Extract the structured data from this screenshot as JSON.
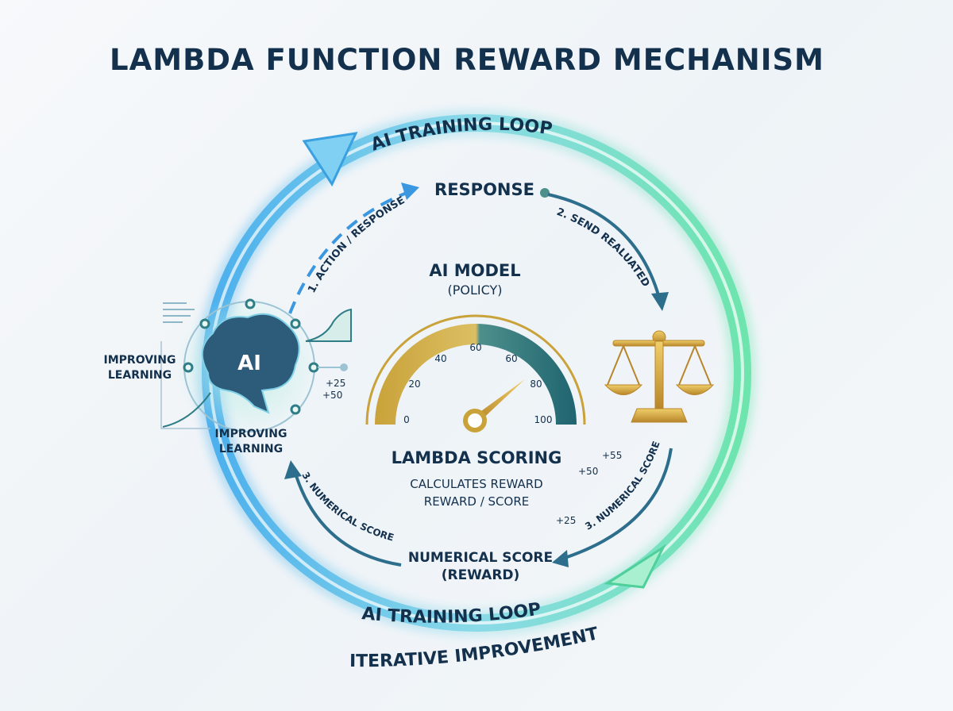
{
  "title": "LAMBDA FUNCTION REWARD MECHANISM",
  "loop": {
    "top_label": "AI TRAINING LOOP",
    "bottom_label": "AI TRAINING LOOP",
    "subtitle": "ITERATIVE IMPROVEMENT"
  },
  "nodes": {
    "response": "RESPONSE",
    "model_title": "AI MODEL",
    "model_subtitle": "(POLICY)",
    "brain_label": "AI",
    "improving_left": [
      "IMPROVING",
      "LEARNING"
    ],
    "improving_bottom": [
      "IMPROVING",
      "LEARNING"
    ],
    "brain_scores": [
      "+25",
      "+50"
    ],
    "scoring_title": "LAMBDA SCORING",
    "scoring_desc": [
      "CALCULATES REWARD",
      "REWARD / SCORE"
    ],
    "numerical_title": "NUMERICAL SCORE",
    "numerical_subtitle": "(REWARD)"
  },
  "arrows": {
    "step1": "1. ACTION / RESPONSE",
    "step2": "2. SEND REALUATED",
    "step3_right": "3. NUMERICAL SCORE",
    "step3_left": "3. NUMERICAL SCORE",
    "floating_scores": [
      "+55",
      "+50",
      "+25"
    ]
  },
  "gauge": {
    "labels": [
      "0",
      "20",
      "40",
      "60",
      "60",
      "80",
      "100"
    ],
    "needle_value": 78
  },
  "colors": {
    "navy": "#13304d",
    "gold": "#c9a23a",
    "teal": "#2f7d86",
    "blue": "#3aa0e0",
    "green": "#5fe0a8"
  }
}
